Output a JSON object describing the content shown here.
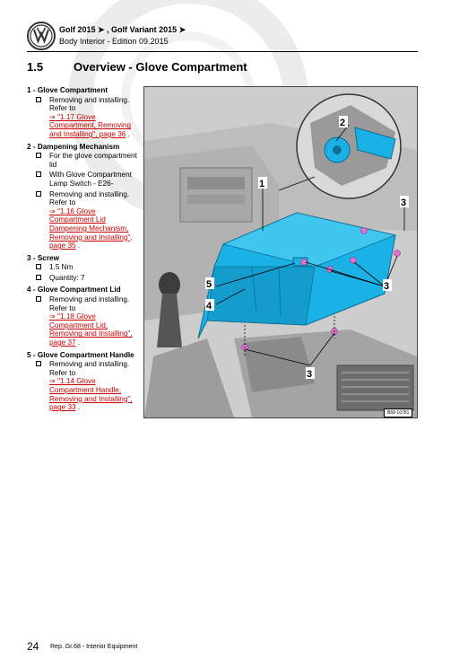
{
  "header": {
    "model_line": "Golf 2015 ➤ , Golf Variant 2015 ➤",
    "section_line": "Body Interior - Edition 09.2015"
  },
  "section": {
    "number": "1.5",
    "title": "Overview - Glove Compartment"
  },
  "items": [
    {
      "title": "1 - Glove Compartment",
      "bullets": [
        {
          "text": "Removing and installing. Refer to",
          "link": "⇒ \"1.17 Glove Compartment, Removing and Installing\", page 36"
        }
      ]
    },
    {
      "title": "2 - Dampening Mechanism",
      "bullets": [
        {
          "text": "For the glove compartment lid",
          "link": ""
        },
        {
          "text": "With Glove Compartment Lamp Switch - E26-",
          "link": ""
        },
        {
          "text": "Removing and installing. Refer to",
          "link": "⇒ \"1.16 Glove Compartment Lid Dampening Mechanism, Removing and Installing\", page 35"
        }
      ]
    },
    {
      "title": "3 - Screw",
      "bullets": [
        {
          "text": "1.5 Nm",
          "link": ""
        },
        {
          "text": "Quantity: 7",
          "link": ""
        }
      ]
    },
    {
      "title": "4 - Glove Compartment Lid",
      "bullets": [
        {
          "text": "Removing and installing. Refer to",
          "link": "⇒ \"1.18 Glove Compartment Lid, Removing and Installing\", page 37"
        }
      ]
    },
    {
      "title": "5 - Glove Compartment Handle",
      "bullets": [
        {
          "text": "Removing and installing. Refer to",
          "link": "⇒ \"1.14 Glove Compartment Handle, Removing and Installing\", page 33"
        }
      ]
    }
  ],
  "figure": {
    "callouts": [
      "1",
      "2",
      "3",
      "3",
      "3",
      "4",
      "5"
    ],
    "figure_id": "B68-10781"
  },
  "footer": {
    "page_number": "24",
    "text": "Rep. Gr.68 - Interior Equipment"
  },
  "colors": {
    "link": "#cc0000",
    "part_highlight": "#1ab2e6",
    "screw": "#e070d0"
  }
}
